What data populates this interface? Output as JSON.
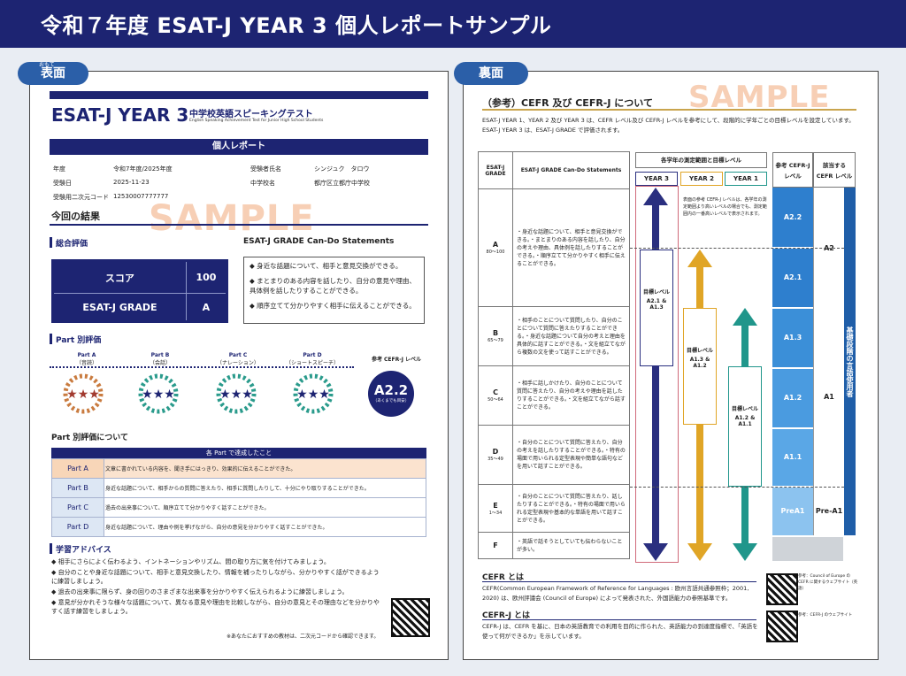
{
  "header": {
    "title": "令和７年度 ESAT-J YEAR 3 個人レポートサンプル"
  },
  "front": {
    "pill": "表面",
    "ruby": "おもて",
    "logo": "ESAT-J YEAR 3",
    "logo_title": "中学校英語スピーキングテスト",
    "logo_sub": "English Speaking Achievement Test for Junior High School Students",
    "report_title": "個人レポート",
    "info": {
      "year_label": "年度",
      "year_value": "令和7年度/2025年度",
      "date_label": "受験日",
      "date_value": "2025-11-23",
      "code_label": "受験用二次元コード",
      "code_value": "12530007777777",
      "name_label": "受験者氏名",
      "name_value": "シンジュク　タロウ",
      "school_label": "中学校名",
      "school_value": "都庁区立都庁中学校"
    },
    "result_heading": "今回の結果",
    "sample": "SAMPLE",
    "overall_heading": "総合評価",
    "score_label": "スコア",
    "score_value": "100",
    "grade_label": "ESAT-J GRADE",
    "grade_value": "A",
    "cando_heading": "ESAT-J GRADE Can-Do Statements",
    "cando": [
      "◆ 身近な話題について、相手と意見交換ができる。",
      "◆ まとまりのある内容を話したり、自分の意見や理由、具体例を話したりすることができる。",
      "◆ 順序立てて分かりやすく相手に伝えることができる。"
    ],
    "part_heading": "Part 別評価",
    "parts": [
      {
        "name": "Part A",
        "sub": "（音読）"
      },
      {
        "name": "Part B",
        "sub": "（会話）"
      },
      {
        "name": "Part C",
        "sub": "（ナレーション）"
      },
      {
        "name": "Part D",
        "sub": "（ショートスピーチ）"
      }
    ],
    "cefr_ref_label": "参考 CEFR-J レベル",
    "cefr_ref_value": "A2.2",
    "cefr_ref_note": "（あくまでも目安）",
    "part_about_heading": "Part 別評価について",
    "part_table_header": "各 Part で達成したこと",
    "part_rows": [
      {
        "name": "Part A",
        "text": "文章に書かれている内容を、聞き手にはっきり、効果的に伝えることができた。"
      },
      {
        "name": "Part B",
        "text": "身近な話題について、相手からの質問に答えたり、相手に質問したりして、十分にやり取りすることができた。"
      },
      {
        "name": "Part C",
        "text": "過去の出来事について、順序立てて分かりやすく話すことができた。"
      },
      {
        "name": "Part D",
        "text": "身近な話題について、理由や例を挙げながら、自分の意見を分かりやすく話すことができた。"
      }
    ],
    "advice_heading": "学習アドバイス",
    "advice": [
      "◆ 相手にさらによく伝わるよう、イントネーションやリズム、間の取り方に気を付けてみましょう。",
      "◆ 自分のことや身近な話題について、相手と意見交換したり、情報を補ったりしながら、分かりやすく話ができるように練習しましょう。",
      "◆ 過去の出来事に限らず、身の回りのさまざまな出来事を分かりやすく伝えられるように練習しましょう。",
      "◆ 意見が分かれそうな様々な話題について、異なる意見や理由を比較しながら、自分の意見とその理由などを分かりやすく話す練習をしましょう。"
    ],
    "footer_note": "※あなたにおすすめの教材は、二次元コードから確認できます。",
    "colors": {
      "navy": "#1d2472",
      "partA": "#fbe3cf",
      "partOther": "#dde7f4"
    },
    "medal_icons": [
      "bronze-medal-icon",
      "teal-medal-icon",
      "teal-medal-icon",
      "teal-medal-icon"
    ]
  },
  "back": {
    "pill": "裏面",
    "title": "（参考）CEFR 及び CEFR-J について",
    "sample": "SAMPLE",
    "intro": "ESAT-J YEAR 1、YEAR 2 及び YEAR 3 は、CEFR レベル及び CEFR-J レベルを参考にして、段階的に学年ごとの目標レベルを設定しています。ESAT-J YEAR 3 は、ESAT-J GRADE で評価されます。",
    "col_grade": "ESAT-J GRADE",
    "col_cando": "ESAT-J GRADE Can-Do Statements",
    "col_range": "各学年の測定範囲と目標レベル",
    "years": [
      "YEAR 3",
      "YEAR 2",
      "YEAR 1"
    ],
    "col_ref": "参考 CEFR-J レベル",
    "col_cefr": "該当する CEFR レベル",
    "note": "表面の参考 CEFR-J レベルは、各学年の測定範囲より高いレベルの場合でも、測定範囲内の一番高いレベルで表示されます。",
    "grades": [
      {
        "g": "A",
        "range": "80～100",
        "text": "・身近な話題について、相手と意見交換ができる。・まとまりのある内容を話したり、自分の考えや理由、具体例を話したりすることができる。・順序立てて分かりやすく相手に伝えることができる。"
      },
      {
        "g": "B",
        "range": "65～79",
        "text": "・相手のことについて質問したり、自分のことについて質問に答えたりすることができる。・身近な話題について自分の考えと理由を具体的に話すことができる。・文を組立てながら複数の文を使って話すことができる。"
      },
      {
        "g": "C",
        "range": "50～64",
        "text": "・相手に話しかけたり、自分のことについて質問に答えたり、自分の考えや理由を話したりすることができる。・文を組立てながら話すことができる。"
      },
      {
        "g": "D",
        "range": "35～49",
        "text": "・自分のことについて質問に答えたり、自分の考えを話したりすることができる。・特有の場面で用いられる定型表現や簡単な語句などを用いて話すことができる。"
      },
      {
        "g": "E",
        "range": "1～34",
        "text": "・自分のことについて質問に答えたり、話したりすることができる。・特有の場面で用いられる定型表現や基本的な単語を用いて話すことができる。"
      },
      {
        "g": "F",
        "range": "",
        "text": "・英語で話そうとしていても伝わらないことが多い。"
      }
    ],
    "targets": [
      {
        "label": "目標レベル",
        "levels": "A2.1 & A1.3"
      },
      {
        "label": "目標レベル",
        "levels": "A1.3 & A1.2"
      },
      {
        "label": "目標レベル",
        "levels": "A1.2 & A1.1"
      }
    ],
    "cefrj_levels": [
      "A2.2",
      "A2.1",
      "A1.3",
      "A1.2",
      "A1.1",
      "PreA1"
    ],
    "cefr_levels": [
      "A2",
      "A1",
      "Pre-A1"
    ],
    "side_label": "基礎段階の言語使用者",
    "cefr_heading": "CEFR とは",
    "cefr_text": "CEFR(Common European Framework of Reference for Languages : 欧州言語共通参照枠；2001, 2020) は、欧州評議会 (Council of Europe) によって発表された、外国語能力の参照基準です。",
    "cefr_qr_note": "参考：Council of Europe の CEFR に関するウェブサイト（英語）",
    "cefrj_heading": "CEFR-J とは",
    "cefrj_text": "CEFR-J は、CEFR を基に、日本の英語教育での利用を目的に作られた、英語能力の到達度指標で、「英語を使って何ができるか」を示しています。",
    "cefrj_qr_note": "参考：CEFR-J のウェブサイト",
    "colors": {
      "year3": "#2a2f7f",
      "year2": "#e0a526",
      "year1": "#20968b",
      "level": "#3b8fd8",
      "dark": "#1f5ea8"
    }
  }
}
